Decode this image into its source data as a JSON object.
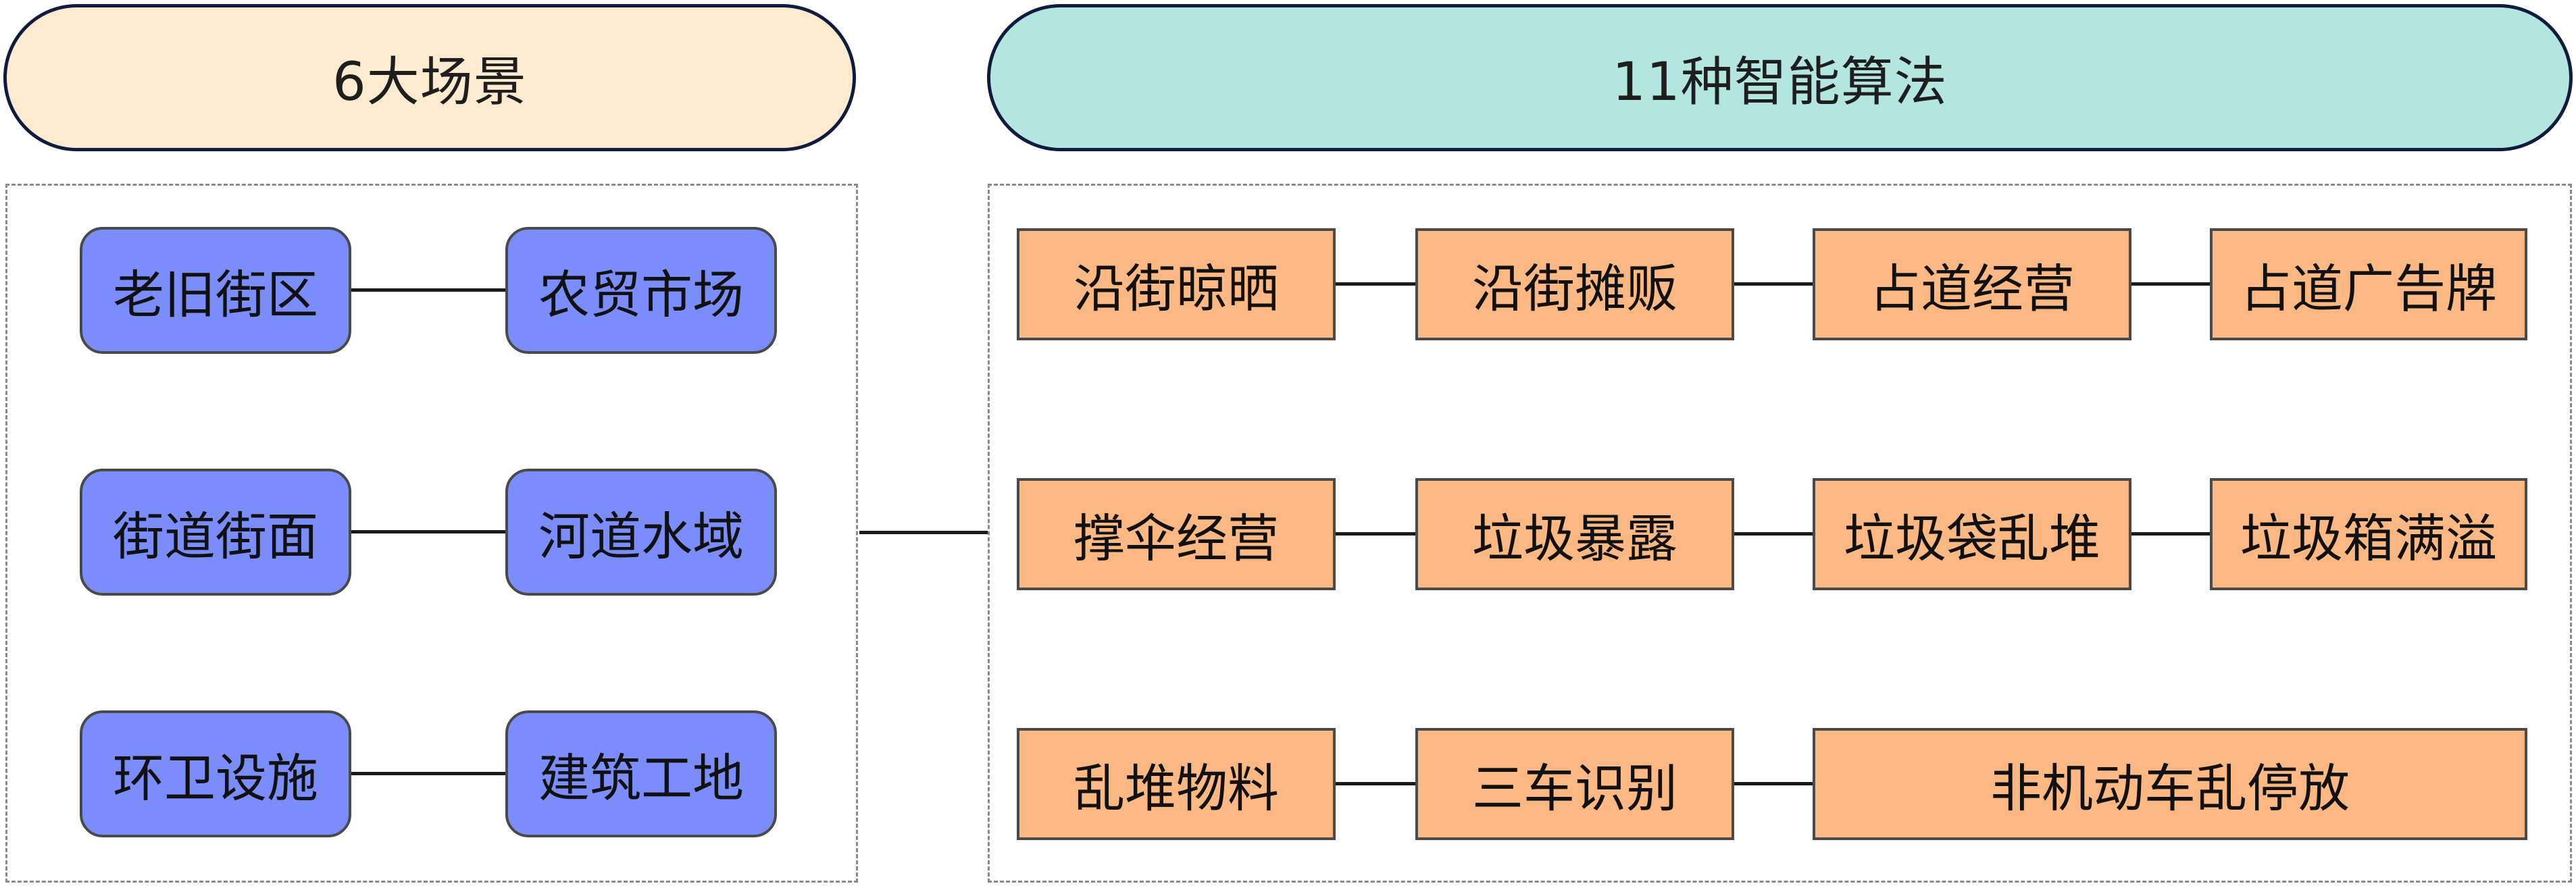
{
  "headers": {
    "scenes": "6大场景",
    "algorithms": "11种智能算法"
  },
  "scenes": [
    "老旧街区",
    "农贸市场",
    "街道街面",
    "河道水域",
    "环卫设施",
    "建筑工地"
  ],
  "algorithms": [
    "沿街晾晒",
    "沿街摊贩",
    "占道经营",
    "占道广告牌",
    "撑伞经营",
    "垃圾暴露",
    "垃圾袋乱堆",
    "垃圾箱满溢",
    "乱堆物料",
    "三车识别",
    "非机动车乱停放"
  ],
  "colors": {
    "scene_header_bg": "#fdebd0",
    "algo_header_bg": "#b3e6df",
    "scene_node": "#7b8dfb",
    "algo_node": "#fcb882",
    "border_dark": "#0f1b3f"
  }
}
